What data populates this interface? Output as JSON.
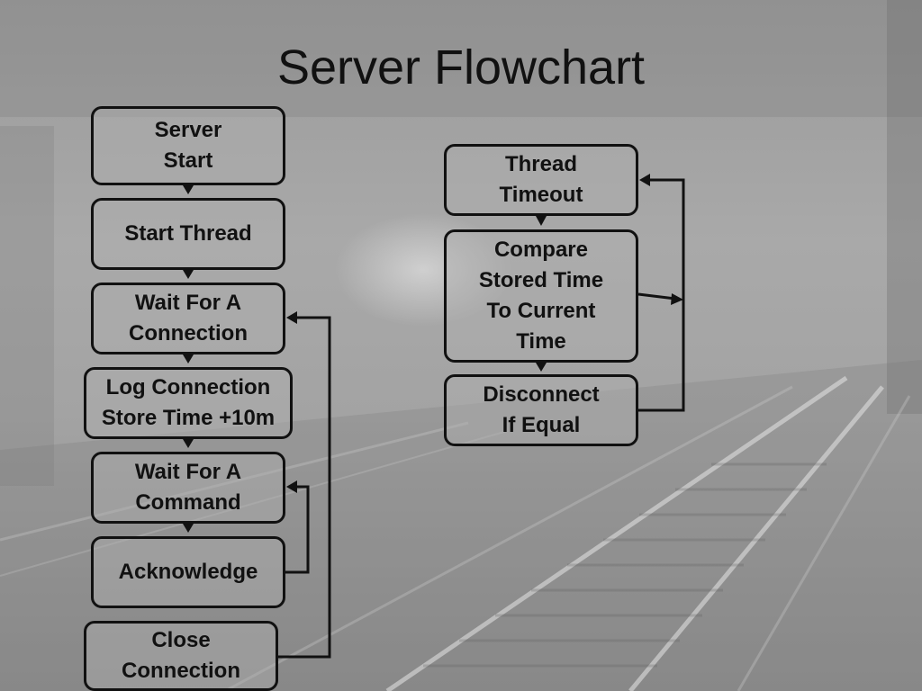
{
  "title": "Server Flowchart",
  "nodes": {
    "server_start": "Server\nStart",
    "start_thread": "Start Thread",
    "wait_connection": "Wait For A\nConnection",
    "log_connection": "Log Connection\nStore Time +10m",
    "wait_command": "Wait For A\nCommand",
    "acknowledge": "Acknowledge",
    "close_connection": "Close\nConnection",
    "thread_timeout": "Thread\nTimeout",
    "compare_time": "Compare\nStored Time\nTo Current\nTime",
    "disconnect": "Disconnect\nIf Equal"
  }
}
